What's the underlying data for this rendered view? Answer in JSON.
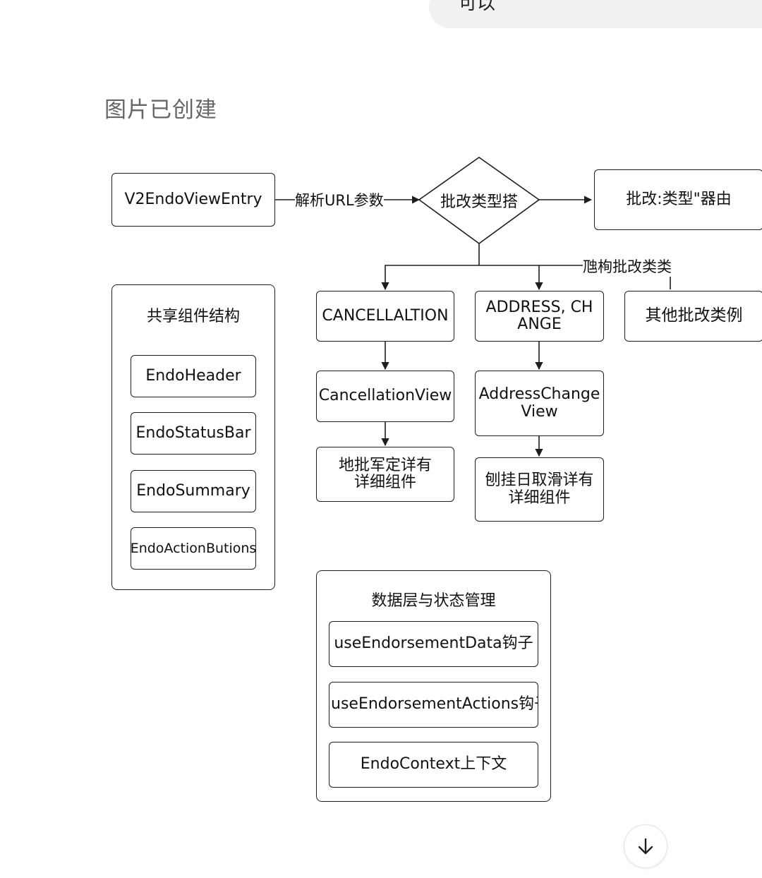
{
  "chat": {
    "user_message": "可以",
    "status": "图片已创建"
  },
  "flowchart": {
    "entry": "V2EndoViewEntry",
    "edge_parse": "解析URL参数",
    "decision": "批改类型搭",
    "router": "批改:类型\"器由",
    "branch_label": "虺栒批改类类",
    "cancel_type": "CANCELLALTION",
    "address_type_line1": "ADDRESS, CH",
    "address_type_line2": "ANGE",
    "other_type": "其他批改类例",
    "cancel_view": "CancellationView",
    "address_view_line1": "AddressChange",
    "address_view_line2": "View",
    "cancel_detail_line1": "地批军定详有",
    "cancel_detail_line2": "详细组件",
    "address_detail_line1": "刨挂日取滑详有",
    "address_detail_line2": "详细组件",
    "shared_group": {
      "title": "共享组件结构",
      "items": [
        "EndoHeader",
        "EndoStatusBar",
        "EndoSummary",
        "EndoActionButions"
      ]
    },
    "data_group": {
      "title": "数据层与状态管理",
      "items": [
        "useEndorsementData钩子",
        "useEndorsementActions钩子",
        "EndoContext上下文"
      ]
    }
  },
  "icons": {
    "scroll_down": "arrow-down-icon"
  }
}
